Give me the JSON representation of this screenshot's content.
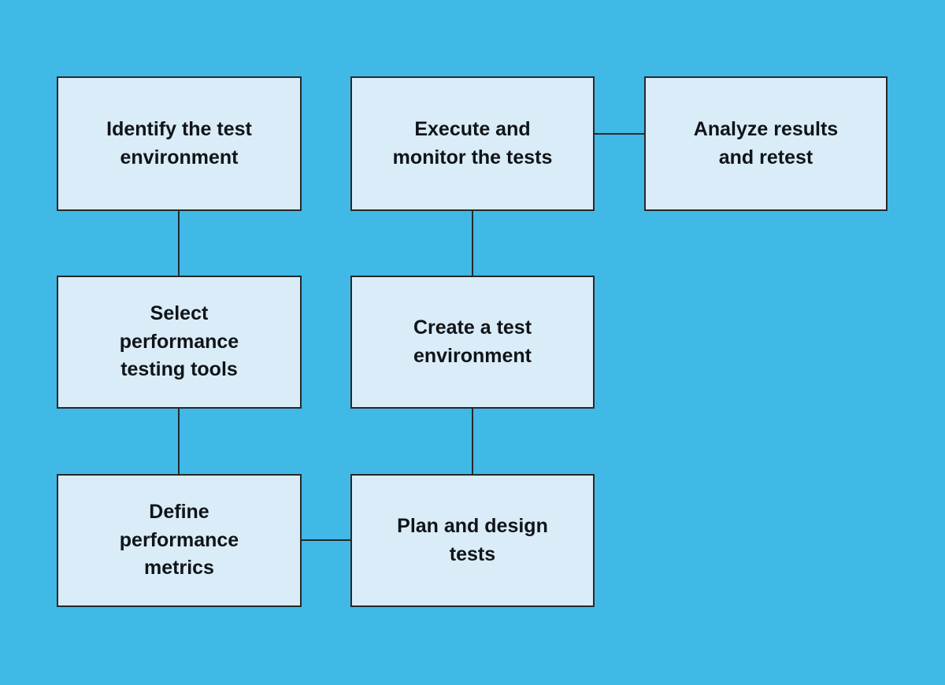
{
  "diagram": {
    "type": "flowchart",
    "colors": {
      "background": "#41B9E6",
      "box_fill": "#D9ECF8",
      "box_border": "#26292B",
      "connector": "#26292B",
      "text": "#101418"
    },
    "nodes": [
      {
        "id": "identify-test-environment",
        "label": "Identify the test\nenvironment"
      },
      {
        "id": "execute-monitor-tests",
        "label": "Execute and\nmonitor the tests"
      },
      {
        "id": "analyze-results-retest",
        "label": "Analyze results\nand retest"
      },
      {
        "id": "select-performance-tools",
        "label": "Select\nperformance\ntesting tools"
      },
      {
        "id": "create-test-environment",
        "label": "Create a test\nenvironment"
      },
      {
        "id": "define-performance-metrics",
        "label": "Define\nperformance\nmetrics"
      },
      {
        "id": "plan-design-tests",
        "label": "Plan and design\ntests"
      }
    ],
    "edges": [
      {
        "from": "identify-test-environment",
        "to": "select-performance-tools"
      },
      {
        "from": "select-performance-tools",
        "to": "define-performance-metrics"
      },
      {
        "from": "define-performance-metrics",
        "to": "plan-design-tests"
      },
      {
        "from": "plan-design-tests",
        "to": "create-test-environment"
      },
      {
        "from": "create-test-environment",
        "to": "execute-monitor-tests"
      },
      {
        "from": "execute-monitor-tests",
        "to": "analyze-results-retest"
      }
    ]
  }
}
